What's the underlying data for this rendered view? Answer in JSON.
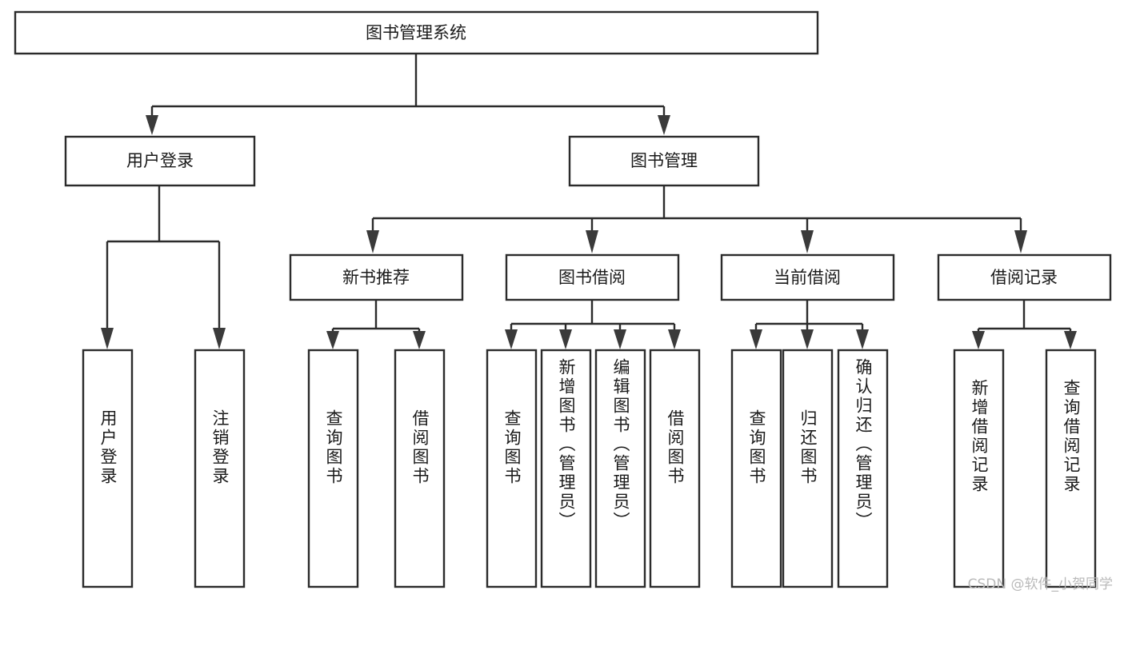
{
  "diagram": {
    "type": "tree",
    "title": "图书管理系统",
    "root": {
      "id": "root",
      "label": "图书管理系统",
      "orientation": "horizontal"
    },
    "level2": [
      {
        "id": "user-login",
        "label": "用户登录",
        "orientation": "horizontal"
      },
      {
        "id": "book-management",
        "label": "图书管理",
        "orientation": "horizontal"
      }
    ],
    "level3": [
      {
        "id": "new-book-recommend",
        "label": "新书推荐",
        "parent": "book-management",
        "orientation": "horizontal"
      },
      {
        "id": "book-borrow",
        "label": "图书借阅",
        "parent": "book-management",
        "orientation": "horizontal"
      },
      {
        "id": "current-borrow",
        "label": "当前借阅",
        "parent": "book-management",
        "orientation": "horizontal"
      },
      {
        "id": "borrow-record",
        "label": "借阅记录",
        "parent": "book-management",
        "orientation": "horizontal"
      }
    ],
    "leaves": [
      {
        "id": "leaf-user-login",
        "label": "用户登录",
        "parent": "user-login",
        "orientation": "vertical"
      },
      {
        "id": "leaf-logout",
        "label": "注销登录",
        "parent": "user-login",
        "orientation": "vertical"
      },
      {
        "id": "leaf-query-book-1",
        "label": "查询图书",
        "parent": "new-book-recommend",
        "orientation": "vertical"
      },
      {
        "id": "leaf-borrow-book-1",
        "label": "借阅图书",
        "parent": "new-book-recommend",
        "orientation": "vertical"
      },
      {
        "id": "leaf-query-book-2",
        "label": "查询图书",
        "parent": "book-borrow",
        "orientation": "vertical"
      },
      {
        "id": "leaf-add-book",
        "label": "新增图书（管理员）",
        "parent": "book-borrow",
        "orientation": "vertical"
      },
      {
        "id": "leaf-edit-book",
        "label": "编辑图书（管理员）",
        "parent": "book-borrow",
        "orientation": "vertical"
      },
      {
        "id": "leaf-borrow-book-2",
        "label": "借阅图书",
        "parent": "book-borrow",
        "orientation": "vertical"
      },
      {
        "id": "leaf-query-book-3",
        "label": "查询图书",
        "parent": "current-borrow",
        "orientation": "vertical"
      },
      {
        "id": "leaf-return-book",
        "label": "归还图书",
        "parent": "current-borrow",
        "orientation": "vertical"
      },
      {
        "id": "leaf-confirm-return",
        "label": "确认归还（管理员）",
        "parent": "current-borrow",
        "orientation": "vertical"
      },
      {
        "id": "leaf-add-record",
        "label": "新增借阅记录",
        "parent": "borrow-record",
        "orientation": "vertical"
      },
      {
        "id": "leaf-query-record",
        "label": "查询借阅记录",
        "parent": "borrow-record",
        "orientation": "vertical"
      }
    ],
    "colors": {
      "box_fill": "#ffffff",
      "box_stroke": "#2b2b2b",
      "text": "#1a1a1a",
      "background": "#ffffff",
      "watermark": "#b9b9b9"
    }
  },
  "watermark": {
    "text": "CSDN @软件_小贺同学"
  }
}
